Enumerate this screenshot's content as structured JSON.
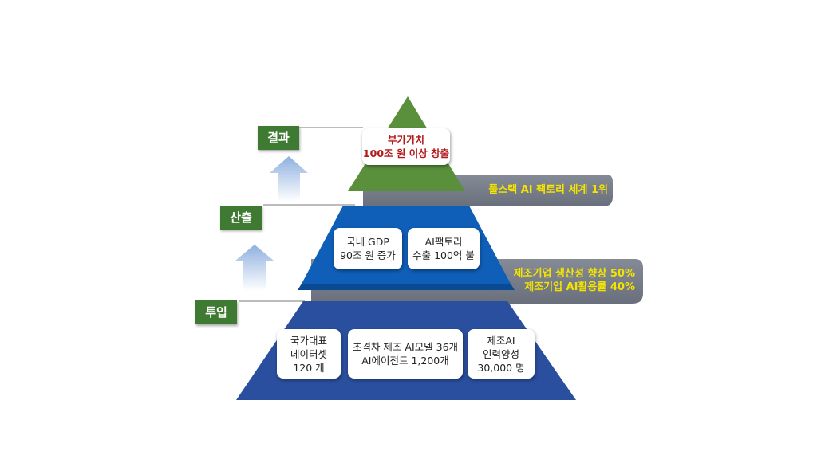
{
  "stages": {
    "result": "결과",
    "output": "산출",
    "input": "투입"
  },
  "tiers": {
    "top": {
      "box_lines": [
        "부가가치",
        "100조 원 이상 창출"
      ],
      "ribbon_lines": [
        "풀스택 AI 팩토리 세계 1위"
      ]
    },
    "middle": {
      "boxes": [
        {
          "lines": [
            "국내 GDP",
            "90조 원 증가"
          ]
        },
        {
          "lines": [
            "AI팩토리",
            "수출 100억 불"
          ]
        }
      ],
      "ribbon_lines": [
        "제조기업 생산성 향상 50%",
        "제조기업 AI활용률 40%"
      ]
    },
    "bottom": {
      "boxes": [
        {
          "lines": [
            "국가대표",
            "데이터셋",
            "120 개"
          ]
        },
        {
          "lines": [
            "초격차 제조 AI모델 36개",
            "AI에이전트 1,200개"
          ]
        },
        {
          "lines": [
            "제조AI",
            "인력양성",
            "30,000 명"
          ]
        }
      ]
    }
  },
  "colors": {
    "top_tier": "#5a8f3c",
    "middle_tier": "#0f5fb8",
    "bottom_tier": "#2a4f9e",
    "ribbon": "#7b7f8c",
    "stage_label": "#3f7a33",
    "highlight_text": "#f4e400",
    "top_box_text": "#b31b1b"
  }
}
